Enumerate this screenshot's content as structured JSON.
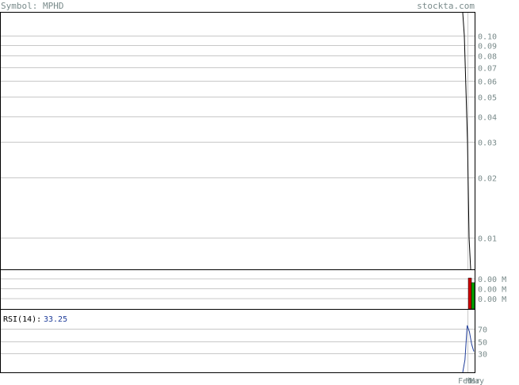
{
  "header": {
    "symbol_label": "Symbol: MPHD",
    "brand": "stockta.com"
  },
  "colors": {
    "panel_border": "#000000",
    "grid": "#c8c8c8",
    "axis_text": "#7a8b8b",
    "price_line": "#000000",
    "volume_up": "#00a000",
    "volume_down": "#cc0000",
    "rsi_line": "#1f3d9a",
    "rsi_value": "#1f3d9a"
  },
  "chart_data": [
    {
      "type": "line",
      "name": "price",
      "y_scale": "log",
      "ylim": [
        0.007,
        0.13
      ],
      "yticks": [
        {
          "value": 0.1,
          "label": "0.10"
        },
        {
          "value": 0.09,
          "label": "0.09"
        },
        {
          "value": 0.08,
          "label": "0.08"
        },
        {
          "value": 0.07,
          "label": "0.07"
        },
        {
          "value": 0.06,
          "label": "0.06"
        },
        {
          "value": 0.05,
          "label": "0.05"
        },
        {
          "value": 0.04,
          "label": "0.04"
        },
        {
          "value": 0.03,
          "label": "0.03"
        },
        {
          "value": 0.02,
          "label": "0.02"
        },
        {
          "value": 0.01,
          "label": "0.01"
        }
      ],
      "series": [
        {
          "values": [
            0.13,
            0.1,
            0.055,
            0.03,
            0.01,
            0.007
          ]
        }
      ],
      "grid": true
    },
    {
      "type": "bar",
      "name": "volume",
      "ylim": [
        0,
        1
      ],
      "ytick_labels": [
        "0.00 M",
        "0.00 M",
        "0.00 M"
      ],
      "bars": [
        {
          "value": 1.0,
          "direction": "down"
        },
        {
          "value": 0.85,
          "direction": "up"
        }
      ],
      "grid": true
    },
    {
      "type": "line",
      "name": "rsi",
      "label": "RSI(14):",
      "value_text": "33.25",
      "ylim": [
        0,
        100
      ],
      "yticks": [
        {
          "value": 70,
          "label": "70"
        },
        {
          "value": 50,
          "label": "50"
        },
        {
          "value": 30,
          "label": "30"
        }
      ],
      "series": [
        {
          "values": [
            0,
            20,
            75,
            65,
            45,
            33.25
          ]
        }
      ],
      "grid": true
    }
  ],
  "x_axis": {
    "tick_labels": [
      "Feb",
      "Mar",
      "May"
    ]
  }
}
